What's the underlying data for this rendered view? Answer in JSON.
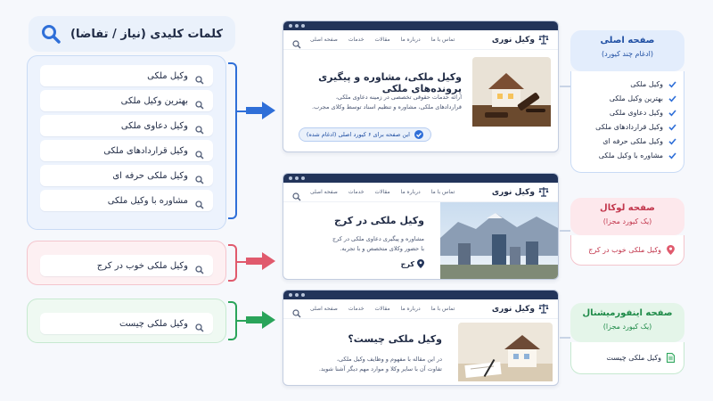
{
  "keywords_header": {
    "title": "کلمات کلیدی (نیاز / تفاضا)"
  },
  "groups": {
    "main": [
      "وکیل ملکی",
      "بهترین وکیل ملکی",
      "وکیل دعاوی ملکی",
      "وکیل قراردادهای ملکی",
      "وکیل ملکی حرفه ای",
      "مشاوره با وکیل ملکی"
    ],
    "local": [
      "وکیل ملکی خوب در کرج"
    ],
    "info": [
      "وکیل ملکی چیست"
    ]
  },
  "site": {
    "brand": "وکیل نوری",
    "nav": [
      "صفحه اصلی",
      "خدمات",
      "مقالات",
      "درباره ما",
      "تماس با ما"
    ]
  },
  "mock_main": {
    "title": "وکیل ملکی، مشاوره و پیگیری پرونده‌های ملکی",
    "desc": [
      "ارائه خدمات حقوقی تخصصی در زمینه دعاوی ملکی،",
      "قراردادهای ملکی، مشاوره و تنظیم اسناد توسط وکلای مجرب."
    ],
    "badge": "این صفحه برای ۶ کیورد اصلی (ادغام شده)"
  },
  "mock_local": {
    "title": "وکیل ملکی در کرج",
    "desc": [
      "مشاوره و پیگیری دعاوی ملکی در کرج",
      "با حضور وکلای متخصص و با تجربه."
    ],
    "location": "کرج"
  },
  "mock_info": {
    "title": "وکیل ملکی چیست؟",
    "desc": [
      "در این مقاله با مفهوم و وظایف وکیل ملکی،",
      "تفاوت آن با سایر وکلا و موارد مهم دیگر آشنا شوید."
    ]
  },
  "panels": {
    "main": {
      "title": "صفحه اصلی",
      "subtitle": "(ادغام چند کیورد)",
      "items": [
        "وکیل ملکی",
        "بهترین وکیل ملکی",
        "وکیل دعاوی ملکی",
        "وکیل قراردادهای ملکی",
        "وکیل ملکی حرفه ای",
        "مشاوره با وکیل ملکی"
      ]
    },
    "local": {
      "title": "صفحه لوکال",
      "subtitle": "(یک کیورد مجزا)",
      "item": "وکیل ملکی خوب در کرج"
    },
    "info": {
      "title": "صفحه اینفورمیشنال",
      "subtitle": "(یک کیورد مجزا)",
      "item": "وکیل ملکی چیست"
    }
  },
  "colors": {
    "blue": "#2f6fd8",
    "red": "#e05a6d",
    "green": "#2aa45a",
    "navy": "#22345a"
  }
}
